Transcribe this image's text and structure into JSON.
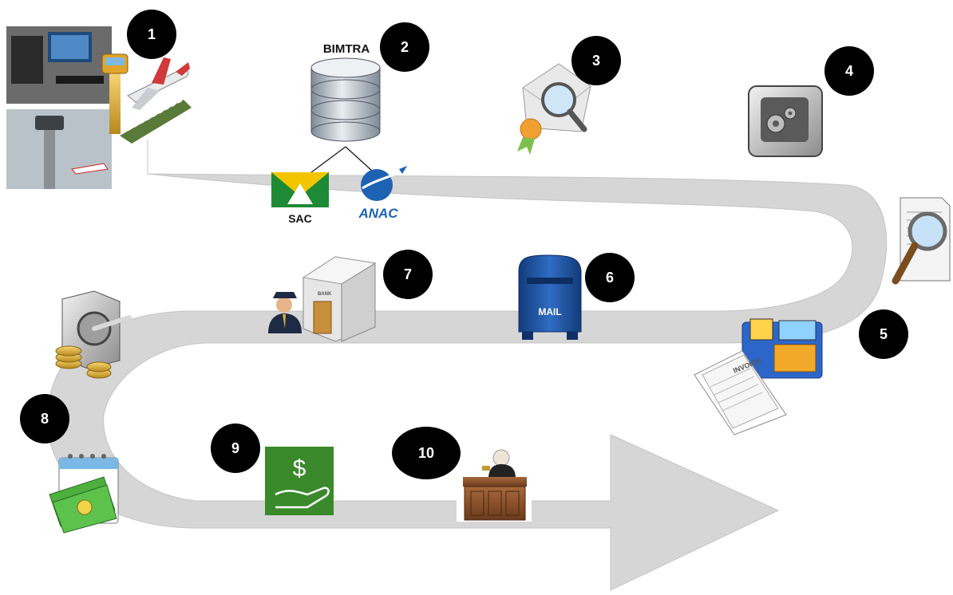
{
  "steps": [
    {
      "number": "1"
    },
    {
      "number": "2"
    },
    {
      "number": "3"
    },
    {
      "number": "4"
    },
    {
      "number": "5"
    },
    {
      "number": "6"
    },
    {
      "number": "7"
    },
    {
      "number": "8"
    },
    {
      "number": "9"
    },
    {
      "number": "10"
    }
  ],
  "labels": {
    "database": "BIMTRA",
    "sac": "SAC",
    "anac": "ANAC",
    "mailbox": "MAIL",
    "bank": "BANK",
    "invoice": "INVOICE"
  },
  "colors": {
    "road": "#d4d4d4",
    "badge": "#000000",
    "money_green": "#3a8a2c",
    "mail_blue": "#1d4f9c",
    "anac_blue": "#1e63b3",
    "sac_green": "#1e8a35",
    "sac_yellow": "#f2c500"
  },
  "icons": {
    "step1": "control-tower-airplane-icon",
    "step2": "database-icon",
    "step3": "envelope-magnifier-icon",
    "step4": "gear-safe-icon",
    "step5": "document-search-icon",
    "step5b": "cash-register-invoice-icon",
    "step6": "mailbox-icon",
    "step7": "bank-officer-icon",
    "step8": "vault-coins-icon",
    "step8b": "calendar-money-icon",
    "step9": "hand-dollar-icon",
    "step10": "judge-court-icon"
  }
}
